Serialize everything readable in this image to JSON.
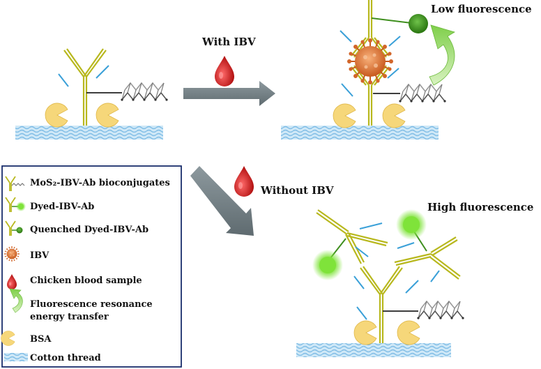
{
  "labels": {
    "with_ibv": "With IBV",
    "without_ibv": "Without IBV",
    "low_fluorescence": "Low fluorescence",
    "high_fluorescence": "High fluorescence"
  },
  "legend": {
    "items": [
      {
        "icon": "mos2-ibv-ab-bioconjugate-icon",
        "label": "MoS₂-IBV-Ab bioconjugates"
      },
      {
        "icon": "dyed-ibv-ab-icon",
        "label": "Dyed-IBV-Ab"
      },
      {
        "icon": "quenched-dyed-ibv-ab-icon",
        "label": "Quenched Dyed-IBV-Ab"
      },
      {
        "icon": "ibv-virus-icon",
        "label": "IBV"
      },
      {
        "icon": "blood-drop-icon",
        "label": "Chicken blood sample"
      },
      {
        "icon": "fret-arrow-icon",
        "label": "Fluorescence resonance"
      },
      {
        "icon": "none",
        "label": "energy transfer"
      },
      {
        "icon": "bsa-icon",
        "label": "BSA"
      },
      {
        "icon": "cotton-thread-icon",
        "label": "Cotton thread"
      }
    ]
  },
  "colors": {
    "antibody": "#b8b81e",
    "antibody_inner": "#6b6b10",
    "fragment": "#3aa0d8",
    "bsa": "#f6d77a",
    "thread": "#9fd0ee",
    "arrow": "#7f8c92",
    "blood": "#c91a1a",
    "virus": "#e07a3a",
    "dye_bright": "#7fe33a",
    "dye_quenched": "#3f8f1e",
    "fret": "#8ed45a",
    "legend_border": "#1a2d6b"
  }
}
